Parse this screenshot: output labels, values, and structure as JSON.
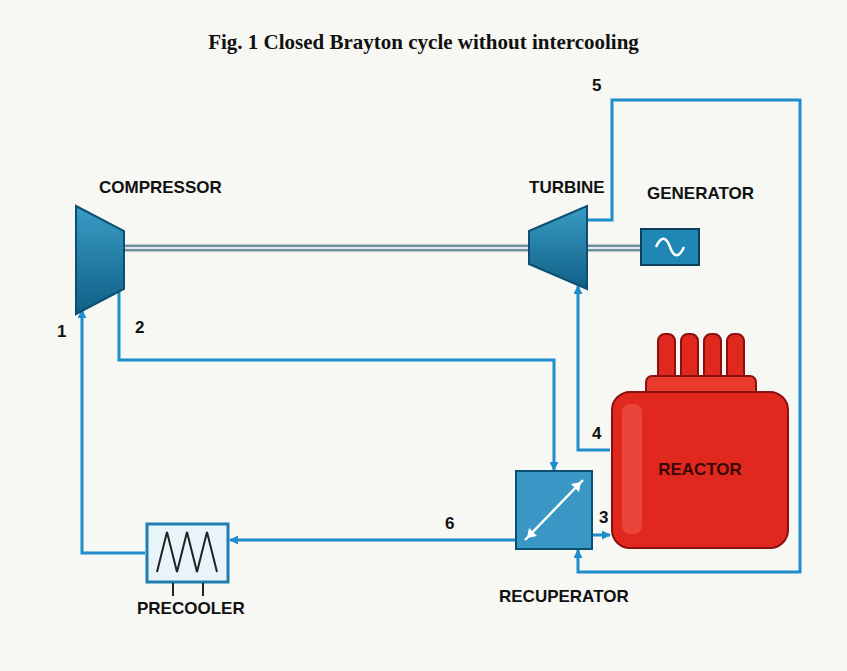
{
  "diagram": {
    "title": "Fig. 1 Closed Brayton cycle without intercooling",
    "nodes": [
      {
        "text": [
          "COMPRESSOR"
        ]
      },
      {
        "text": [
          "TURBINE"
        ]
      },
      {
        "text": [
          "GENERATOR"
        ]
      },
      {
        "text": [
          "REACTOR"
        ]
      },
      {
        "text": [
          "RECUPERATOR"
        ]
      },
      {
        "text": [
          "PRECOOLER"
        ]
      }
    ],
    "edges": [
      {
        "from": 0,
        "to": 4,
        "label": "2",
        "arrow": "to"
      },
      {
        "from": 4,
        "to": 3,
        "label": "3",
        "arrow": "to"
      },
      {
        "from": 3,
        "to": 1,
        "label": "4",
        "arrow": "to"
      },
      {
        "from": 1,
        "to": 4,
        "label": "5",
        "arrow": "to"
      },
      {
        "from": 4,
        "to": 5,
        "label": "6",
        "arrow": "to"
      },
      {
        "from": 5,
        "to": 0,
        "label": "1",
        "arrow": "to"
      },
      {
        "from": 0,
        "to": 1,
        "arrow": "none"
      },
      {
        "from": 1,
        "to": 2,
        "arrow": "none"
      }
    ]
  }
}
